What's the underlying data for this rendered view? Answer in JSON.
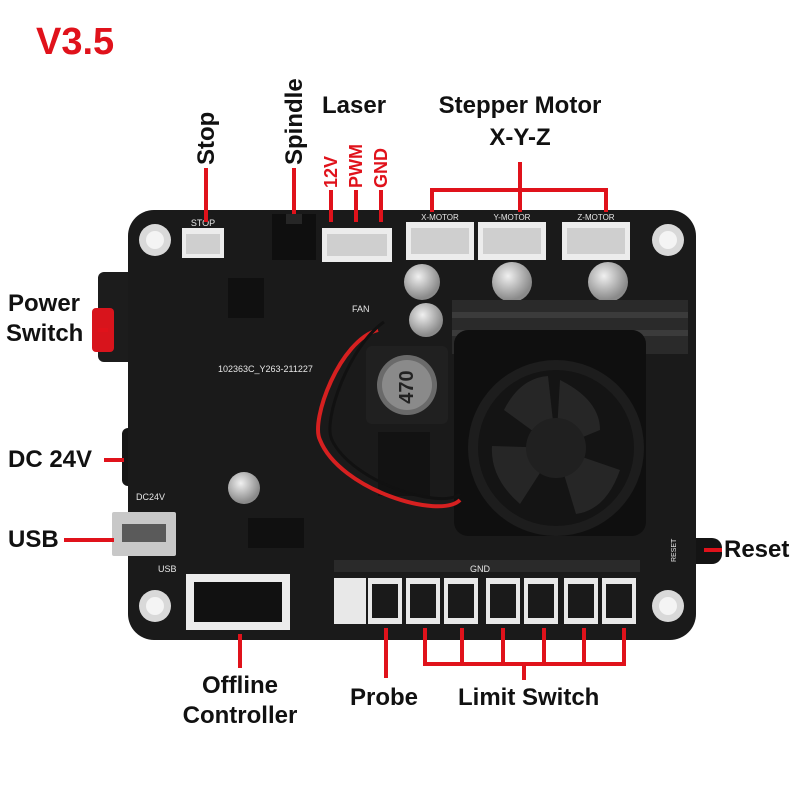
{
  "version_label": "V3.5",
  "labels": {
    "stop": "Stop",
    "spindle": "Spindle",
    "laser": "Laser",
    "laser_pins": [
      "12V",
      "PWM",
      "GND"
    ],
    "stepper_motor": "Stepper Motor",
    "stepper_axes": "X-Y-Z",
    "power_switch": [
      "Power",
      "Switch"
    ],
    "dc_input": "DC 24V",
    "usb": "USB",
    "reset": "Reset",
    "offline_controller": [
      "Offline",
      "Controller"
    ],
    "probe": "Probe",
    "limit_switch": "Limit Switch"
  },
  "silkscreen": {
    "inductor_value": "470",
    "board_code": "102363C_Y263-211227",
    "stop": "STOP",
    "x_motor": "X-MOTOR",
    "y_motor": "Y-MOTOR",
    "z_motor": "Z-MOTOR",
    "fan": "FAN",
    "dc24v": "DC24V",
    "usb": "USB",
    "gnd": "GND",
    "reset": "RESET"
  },
  "colors": {
    "accent_red": "#e0121b",
    "board": "#1a1a1a",
    "text": "#111111"
  }
}
